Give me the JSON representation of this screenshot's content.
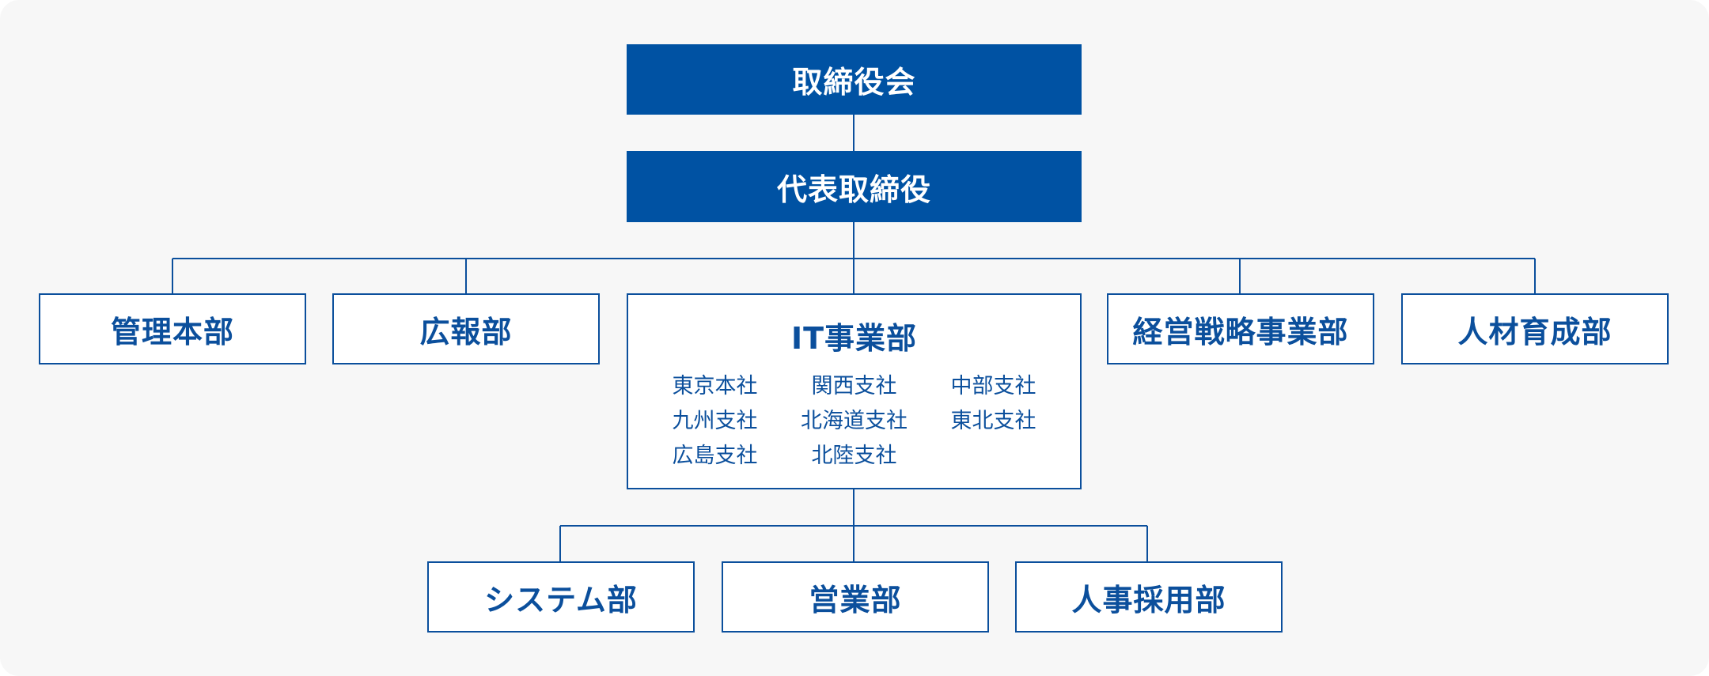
{
  "org": {
    "board": "取締役会",
    "president": "代表取締役",
    "divisions": {
      "admin": "管理本部",
      "pr": "広報部",
      "it": "IT事業部",
      "strategy": "経営戦略事業部",
      "hr_dev": "人材育成部"
    },
    "it_branches": [
      "東京本社",
      "関西支社",
      "中部支社",
      "九州支社",
      "北海道支社",
      "東北支社",
      "広島支社",
      "北陸支社"
    ],
    "it_departments": {
      "system": "システム部",
      "sales": "営業部",
      "recruit": "人事採用部"
    }
  },
  "colors": {
    "primary": "#0052a3",
    "line": "#0b4f9c",
    "background": "#f7f7f7"
  }
}
